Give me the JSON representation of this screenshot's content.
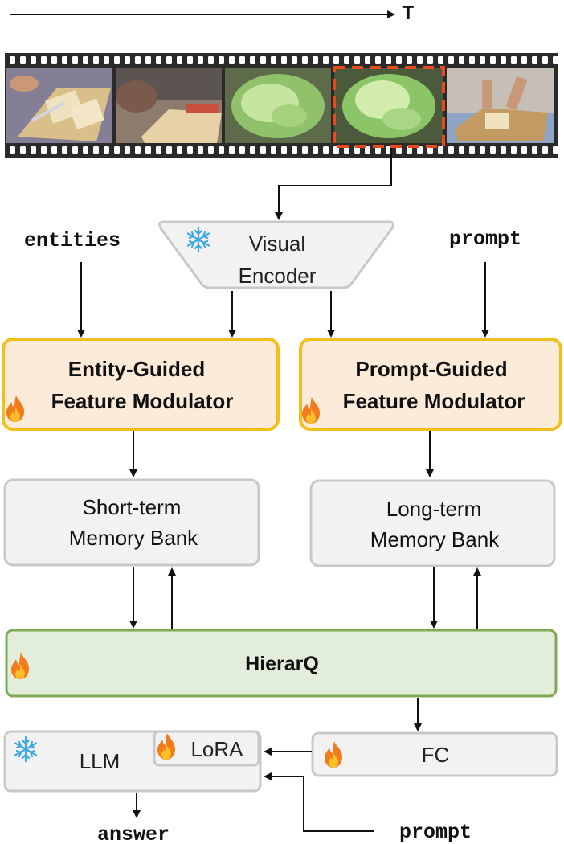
{
  "time_axis": {
    "label": "T"
  },
  "film": {
    "frame_count": 5,
    "highlighted_frame": 4
  },
  "encoder": {
    "line1": "Visual",
    "line2": "Encoder",
    "frozen_icon": "snowflake-icon"
  },
  "inputs": {
    "entities": "entities",
    "prompt_top": "prompt",
    "prompt_bottom": "prompt"
  },
  "entity_modulator": {
    "line1": "Entity-Guided",
    "line2": "Feature Modulator",
    "trainable_icon": "flame-icon"
  },
  "prompt_modulator": {
    "line1": "Prompt-Guided",
    "line2": "Feature Modulator",
    "trainable_icon": "flame-icon"
  },
  "short_term": {
    "line1": "Short-term",
    "line2": "Memory Bank"
  },
  "long_term": {
    "line1": "Long-term",
    "line2": "Memory Bank"
  },
  "hierarq": {
    "label": "HierarQ",
    "trainable_icon": "flame-icon"
  },
  "llm": {
    "label": "LLM",
    "frozen_icon": "snowflake-icon"
  },
  "lora": {
    "label": "LoRA",
    "trainable_icon": "flame-icon"
  },
  "fc": {
    "label": "FC",
    "trainable_icon": "flame-icon"
  },
  "output": {
    "answer": "answer"
  },
  "colors": {
    "modulator_fill": "#fdebd9",
    "modulator_border": "#f3bd1a",
    "memory_fill": "#f2f2f2",
    "memory_border": "#c8c8c8",
    "hierarq_fill": "#e3eeda",
    "hierarq_border": "#7faa55",
    "highlight_dash": "#e8491d",
    "snowflake": "#3fa9e4",
    "flame": "#f27c1b"
  }
}
